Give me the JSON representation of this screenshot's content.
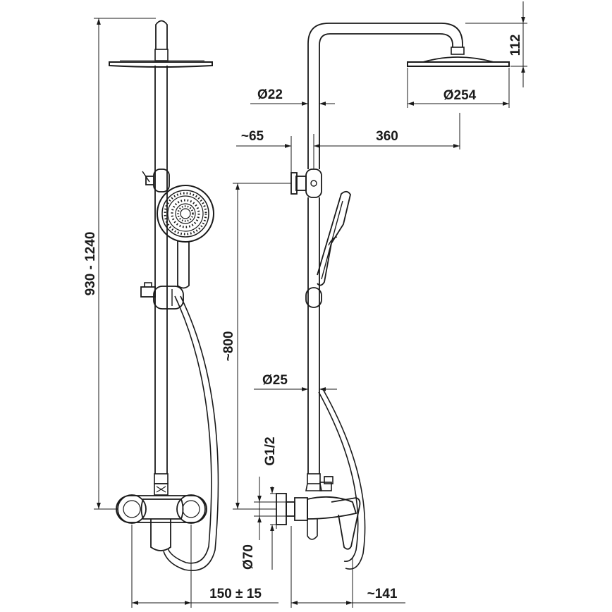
{
  "dimensions": {
    "total_height": "930 - 1240",
    "slider_height": "~800",
    "head_drop": "112",
    "head_diameter": "Ø254",
    "pipe_diameter": "Ø22",
    "arm_offset": "~65",
    "arm_length": "360",
    "rail_diameter": "Ø25",
    "inlet_thread": "G1/2",
    "flange_diameter": "Ø70",
    "inlet_spacing": "150 ± 15",
    "wall_projection": "~141"
  }
}
